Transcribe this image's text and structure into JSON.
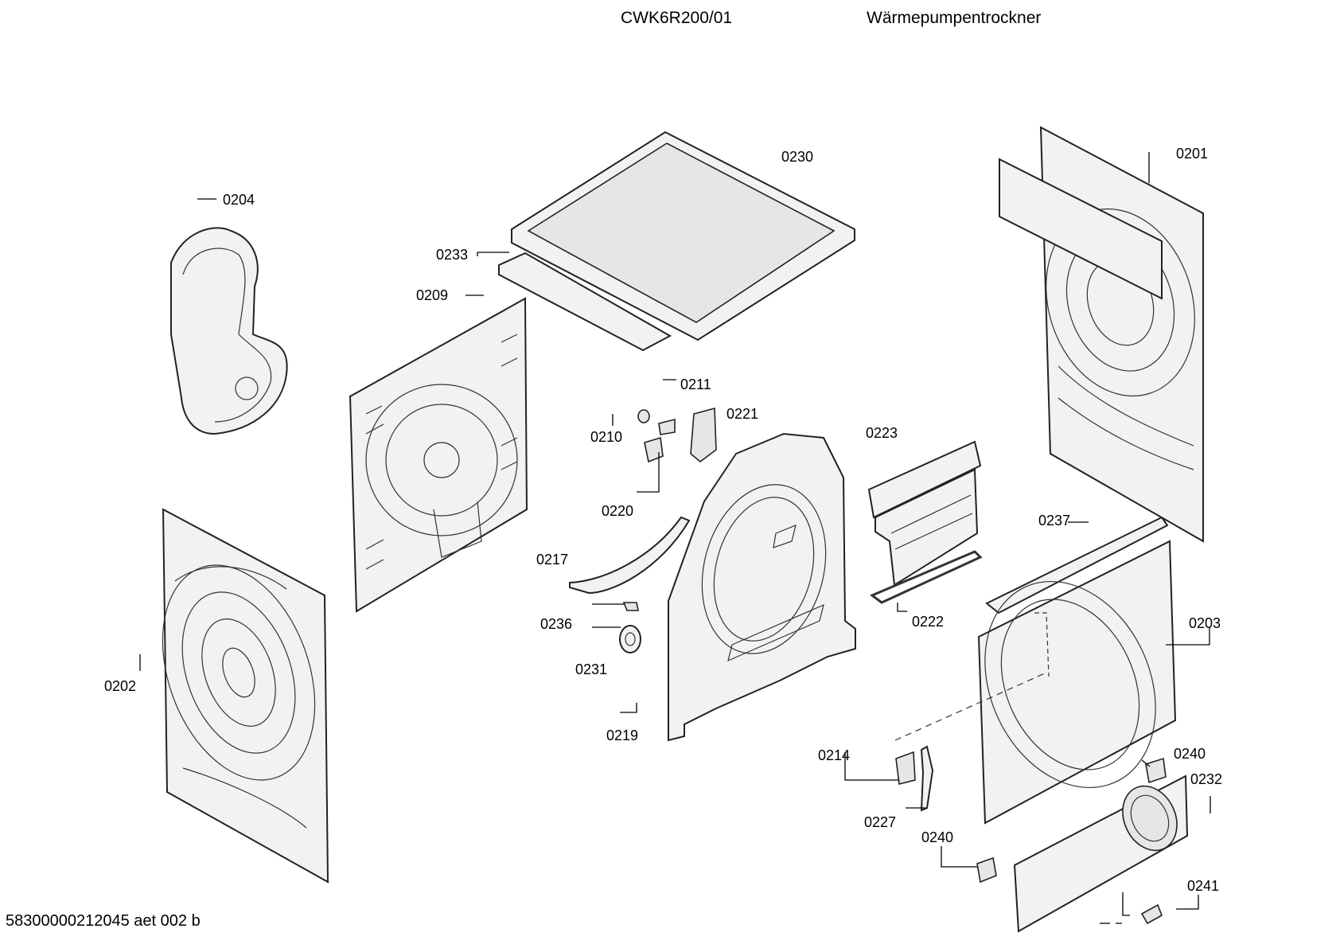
{
  "header": {
    "model": "CWK6R200/01",
    "product_type": "Wärmepumpentrockner"
  },
  "footer": {
    "document_id": "58300000212045 aet 002 b"
  },
  "parts": [
    {
      "id": "p0201",
      "label": "0201"
    },
    {
      "id": "p0202",
      "label": "0202"
    },
    {
      "id": "p0203",
      "label": "0203"
    },
    {
      "id": "p0204",
      "label": "0204"
    },
    {
      "id": "p0209",
      "label": "0209"
    },
    {
      "id": "p0210",
      "label": "0210"
    },
    {
      "id": "p0211",
      "label": "0211"
    },
    {
      "id": "p0214",
      "label": "0214"
    },
    {
      "id": "p0217",
      "label": "0217"
    },
    {
      "id": "p0219",
      "label": "0219"
    },
    {
      "id": "p0220",
      "label": "0220"
    },
    {
      "id": "p0221",
      "label": "0221"
    },
    {
      "id": "p0222",
      "label": "0222"
    },
    {
      "id": "p0223",
      "label": "0223"
    },
    {
      "id": "p0227",
      "label": "0227"
    },
    {
      "id": "p0230",
      "label": "0230"
    },
    {
      "id": "p0231",
      "label": "0231"
    },
    {
      "id": "p0232",
      "label": "0232"
    },
    {
      "id": "p0233",
      "label": "0233"
    },
    {
      "id": "p0236",
      "label": "0236"
    },
    {
      "id": "p0237",
      "label": "0237"
    },
    {
      "id": "p0240a",
      "label": "0240"
    },
    {
      "id": "p0240b",
      "label": "0240"
    },
    {
      "id": "p0241",
      "label": "0241"
    }
  ]
}
